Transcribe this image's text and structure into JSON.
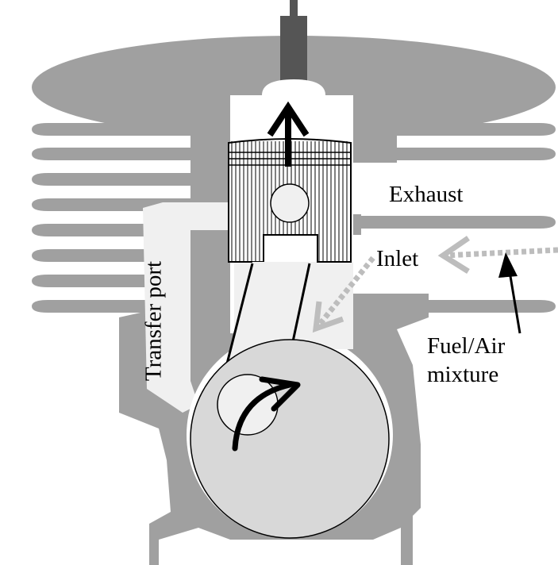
{
  "labels": {
    "exhaust": "Exhaust",
    "inlet": "Inlet",
    "fuel_air_line1": "Fuel/Air",
    "fuel_air_line2": "mixture",
    "transfer_port": "Transfer port"
  },
  "colors": {
    "engine_body": "#a0a0a0",
    "spark_plug": "#555555",
    "chamber": "#ffffff",
    "channel": "#f0f0f0",
    "crank": "#d8d8d8",
    "arrow_black": "#000000",
    "arrow_gray": "#bdbdbd"
  }
}
